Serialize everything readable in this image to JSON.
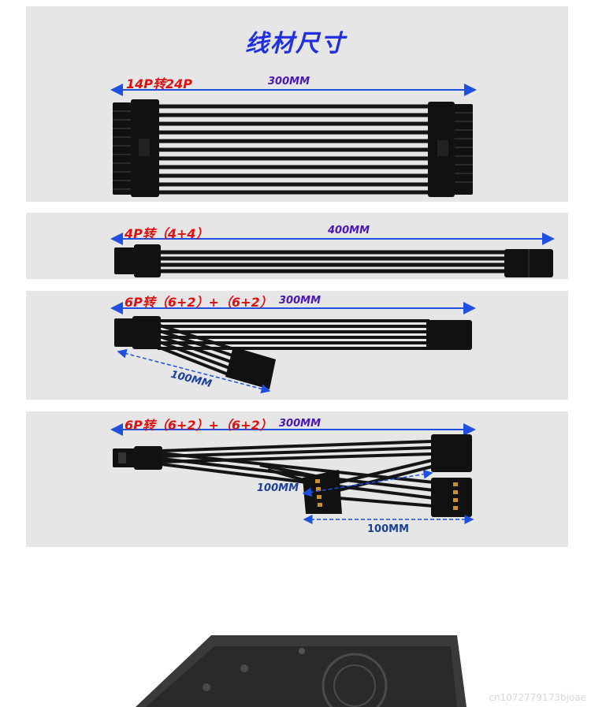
{
  "title": "线材尺寸",
  "cables": [
    {
      "label": "14P转24P",
      "length": "300MM"
    },
    {
      "label": "4P转（4+4）",
      "length": "400MM"
    },
    {
      "label": "6P转（6+2）+（6+2）",
      "length": "300MM",
      "branch_length": "100MM"
    },
    {
      "label": "6P转（6+2）+（6+2）",
      "length": "300MM",
      "branch_length_1": "100MM",
      "branch_length_2": "100MM"
    }
  ],
  "watermark": "cn1072779173bjoae",
  "colors": {
    "panel": "#e6e6e6",
    "label_red": "#e01010",
    "dim_purple": "#4b16b8",
    "arrow_blue": "#1f4fe0",
    "title_blue": "#2030e0",
    "cable": "#111111"
  }
}
